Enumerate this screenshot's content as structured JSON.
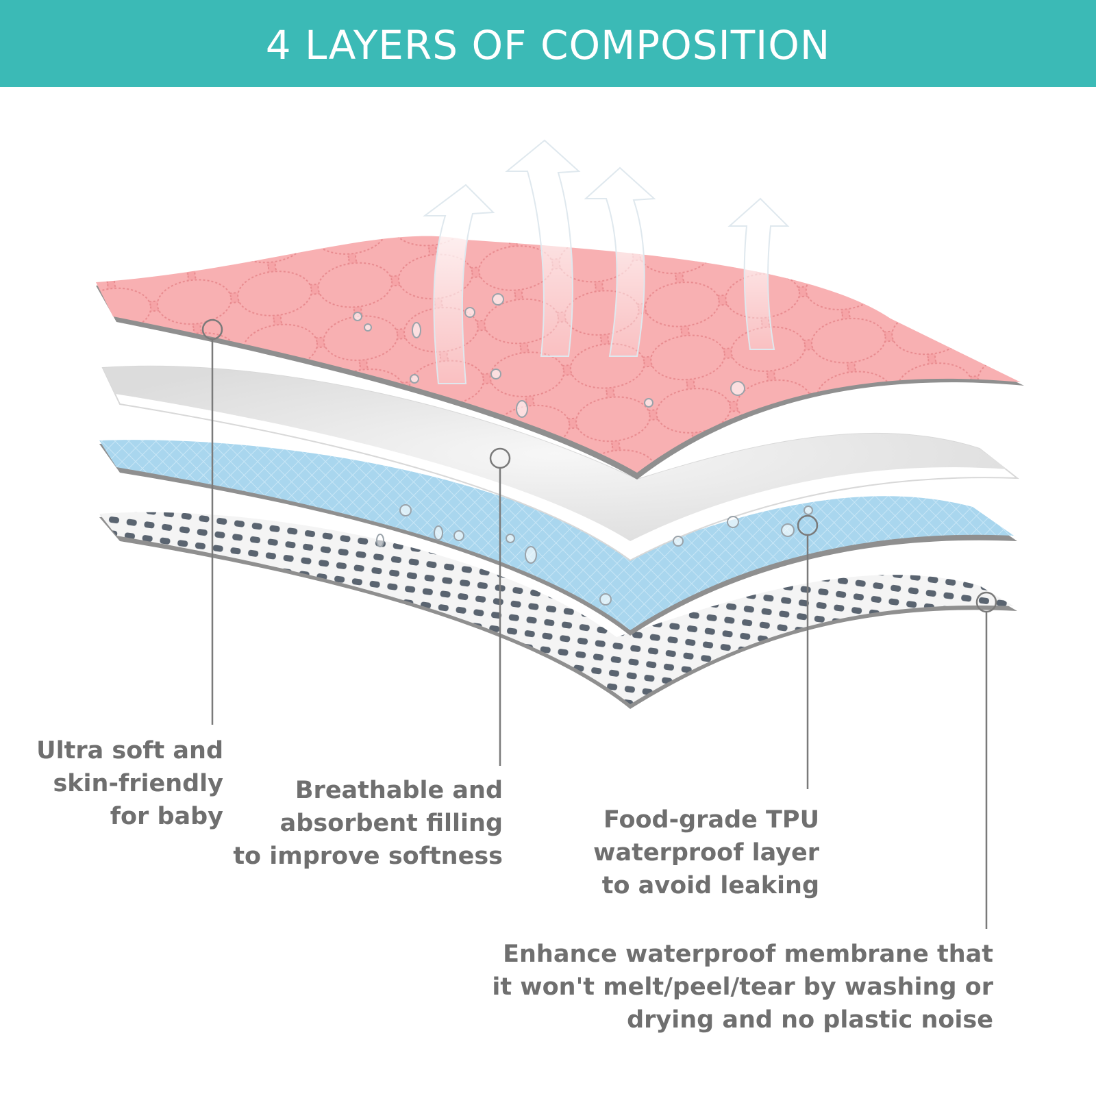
{
  "header": {
    "title": "4 LAYERS OF COMPOSITION"
  },
  "colors": {
    "banner": "#3bbab6",
    "pink_layer": "#f6a4a7",
    "filling_layer": "#ececec",
    "tpu_layer": "#a9d6ee",
    "membrane_dots": "#5a6470",
    "text": "#6f6f6f",
    "leader_line": "#7a7a7a"
  },
  "layers": [
    {
      "name": "top-fabric",
      "lines": [
        "Ultra soft and",
        "skin-friendly",
        "for baby"
      ]
    },
    {
      "name": "absorbent-filling",
      "lines": [
        "Breathable and",
        "absorbent filling",
        "to improve softness"
      ]
    },
    {
      "name": "tpu-layer",
      "lines": [
        "Food-grade TPU",
        "waterproof layer",
        "to avoid leaking"
      ]
    },
    {
      "name": "membrane",
      "lines": [
        "Enhance waterproof membrane that",
        "it won't melt/peel/tear by washing or",
        "drying and no plastic noise"
      ]
    }
  ],
  "icons": [
    "breathability-arrow-icon",
    "water-droplet-icon"
  ]
}
